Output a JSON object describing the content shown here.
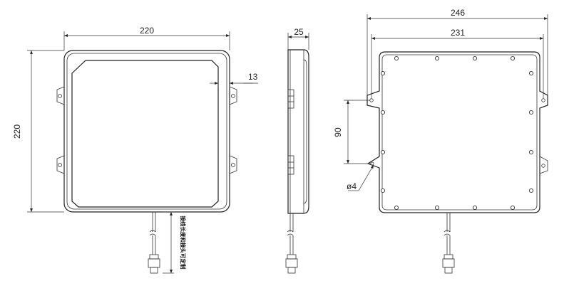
{
  "front_view": {
    "width_label": "220",
    "height_label": "220",
    "border_label": "13",
    "cable_note": "接线长度和接头可定制"
  },
  "side_view": {
    "thickness_label": "25"
  },
  "back_view": {
    "overall_width_label": "246",
    "hole_spacing_label": "231",
    "mount_spacing_label": "90",
    "hole_diameter_label": "ø4"
  }
}
